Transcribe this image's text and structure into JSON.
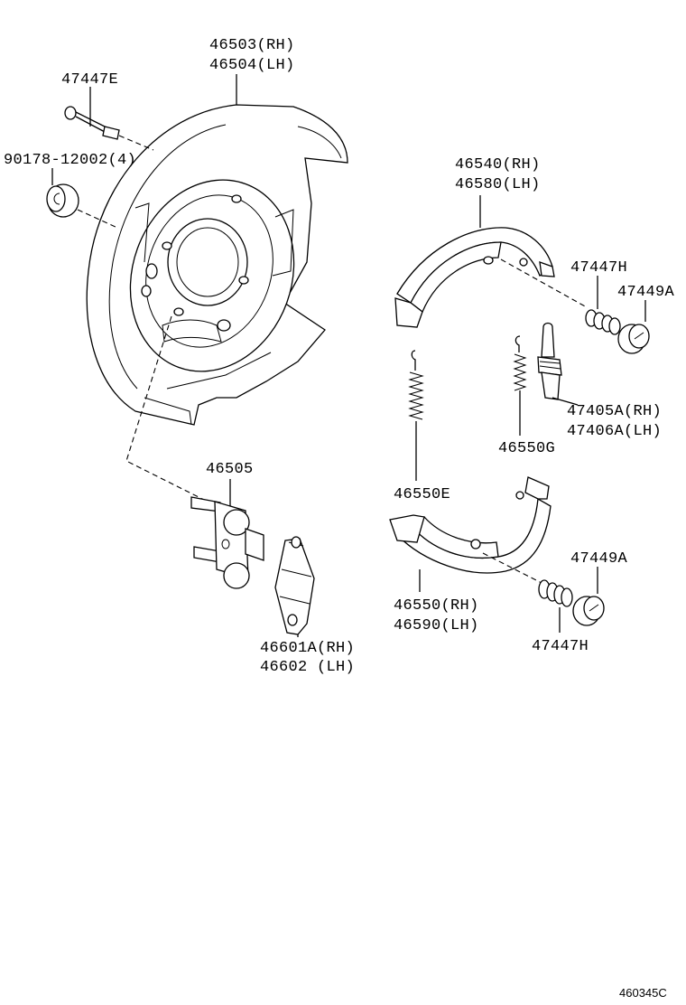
{
  "labels": {
    "backing_plate_rh": "46503(RH)",
    "backing_plate_lh": "46504(LH)",
    "pin_upper": "47447E",
    "bolt": "90178-12002(4)",
    "shoe_upper_rh": "46540(RH)",
    "shoe_upper_lh": "46580(LH)",
    "spring_upper": "47447H",
    "cup_upper": "47449A",
    "adjuster_rh": "47405A(RH)",
    "adjuster_lh": "47406A(LH)",
    "spring_g": "46550G",
    "anchor": "46505",
    "spring_e": "46550E",
    "shoe_lower_rh": "46550(RH)",
    "shoe_lower_lh": "46590(LH)",
    "cup_lower": "47449A",
    "spring_lower": "47447H",
    "lever_rh": "46601A(RH)",
    "lever_lh": "46602 (LH)"
  },
  "footer": {
    "diagram_code": "460345C"
  }
}
